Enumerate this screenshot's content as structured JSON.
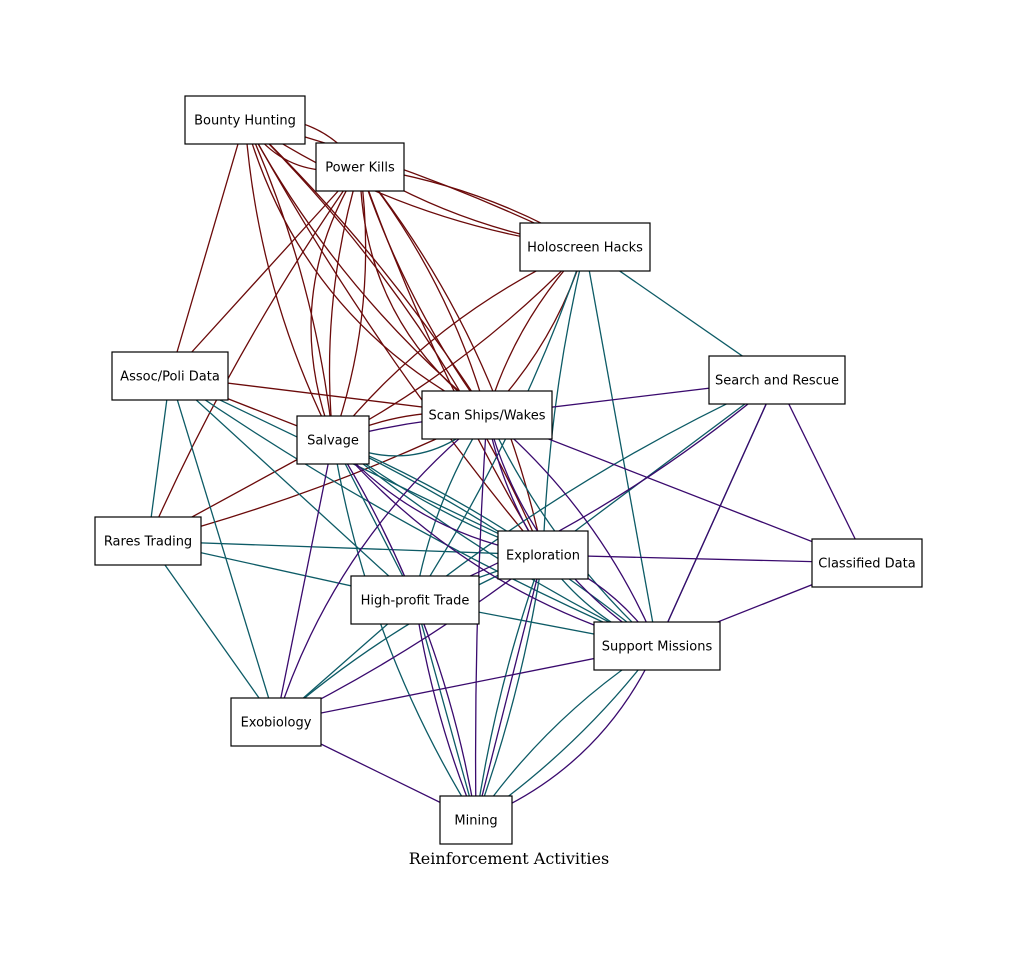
{
  "title": "Reinforcement Activities",
  "colors": {
    "combat": "#6b0a0a",
    "trade": "#0d5b66",
    "support": "#3a0a6e"
  },
  "nodes": [
    {
      "id": "bounty",
      "label": "Bounty Hunting"
    },
    {
      "id": "power",
      "label": "Power Kills"
    },
    {
      "id": "holo",
      "label": "Holoscreen Hacks"
    },
    {
      "id": "assoc",
      "label": "Assoc/Poli Data"
    },
    {
      "id": "search",
      "label": "Search and Rescue"
    },
    {
      "id": "scan",
      "label": "Scan Ships/Wakes"
    },
    {
      "id": "salvage",
      "label": "Salvage"
    },
    {
      "id": "rares",
      "label": "Rares Trading"
    },
    {
      "id": "explor",
      "label": "Exploration"
    },
    {
      "id": "classified",
      "label": "Classified Data"
    },
    {
      "id": "hptrade",
      "label": "High-profit Trade"
    },
    {
      "id": "support",
      "label": "Support Missions"
    },
    {
      "id": "exobio",
      "label": "Exobiology"
    },
    {
      "id": "mining",
      "label": "Mining"
    }
  ]
}
